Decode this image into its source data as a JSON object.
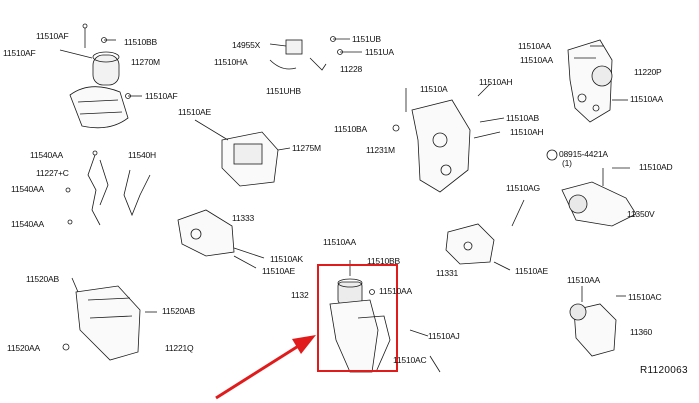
{
  "reference_code": "R1120063",
  "highlight_color": "#e11b1b",
  "groups": {
    "top_left_mount": [
      "11510AF",
      "11510BB",
      "11510AF",
      "11270M",
      "11510AF"
    ],
    "center_top": [
      "14955X",
      "1151UB",
      "11510HA",
      "1151UA",
      "11228",
      "1151UHB"
    ],
    "top_right_bracket": [
      "11510AA",
      "11510AA",
      "11220P",
      "11510AA"
    ],
    "mid_left_mount": [
      "11510AE",
      "11275M"
    ],
    "center_bracket": [
      "11510A",
      "11510AH",
      "11510BA",
      "11510AB",
      "11510AH",
      "11231M"
    ],
    "left_rods": [
      "11540AA",
      "11540H",
      "11227+C",
      "11540AA",
      "11540AA"
    ],
    "right_insulator": [
      "08915-4421A",
      "(1)",
      "11510AD",
      "11510AG",
      "11350V"
    ],
    "lower_left_bracket": [
      "11333",
      "11510AK",
      "11510AE"
    ],
    "bottom_left": [
      "11520AB",
      "11520AB",
      "11520AA",
      "11221Q"
    ],
    "highlighted_mount": [
      "11510AA",
      "11510BB",
      "1132",
      "11510AA",
      "11510AJ",
      "11510AC"
    ],
    "small_bracket": [
      "11331",
      "11510AE"
    ],
    "bottom_right": [
      "11510AA",
      "11510AC",
      "11360"
    ]
  }
}
